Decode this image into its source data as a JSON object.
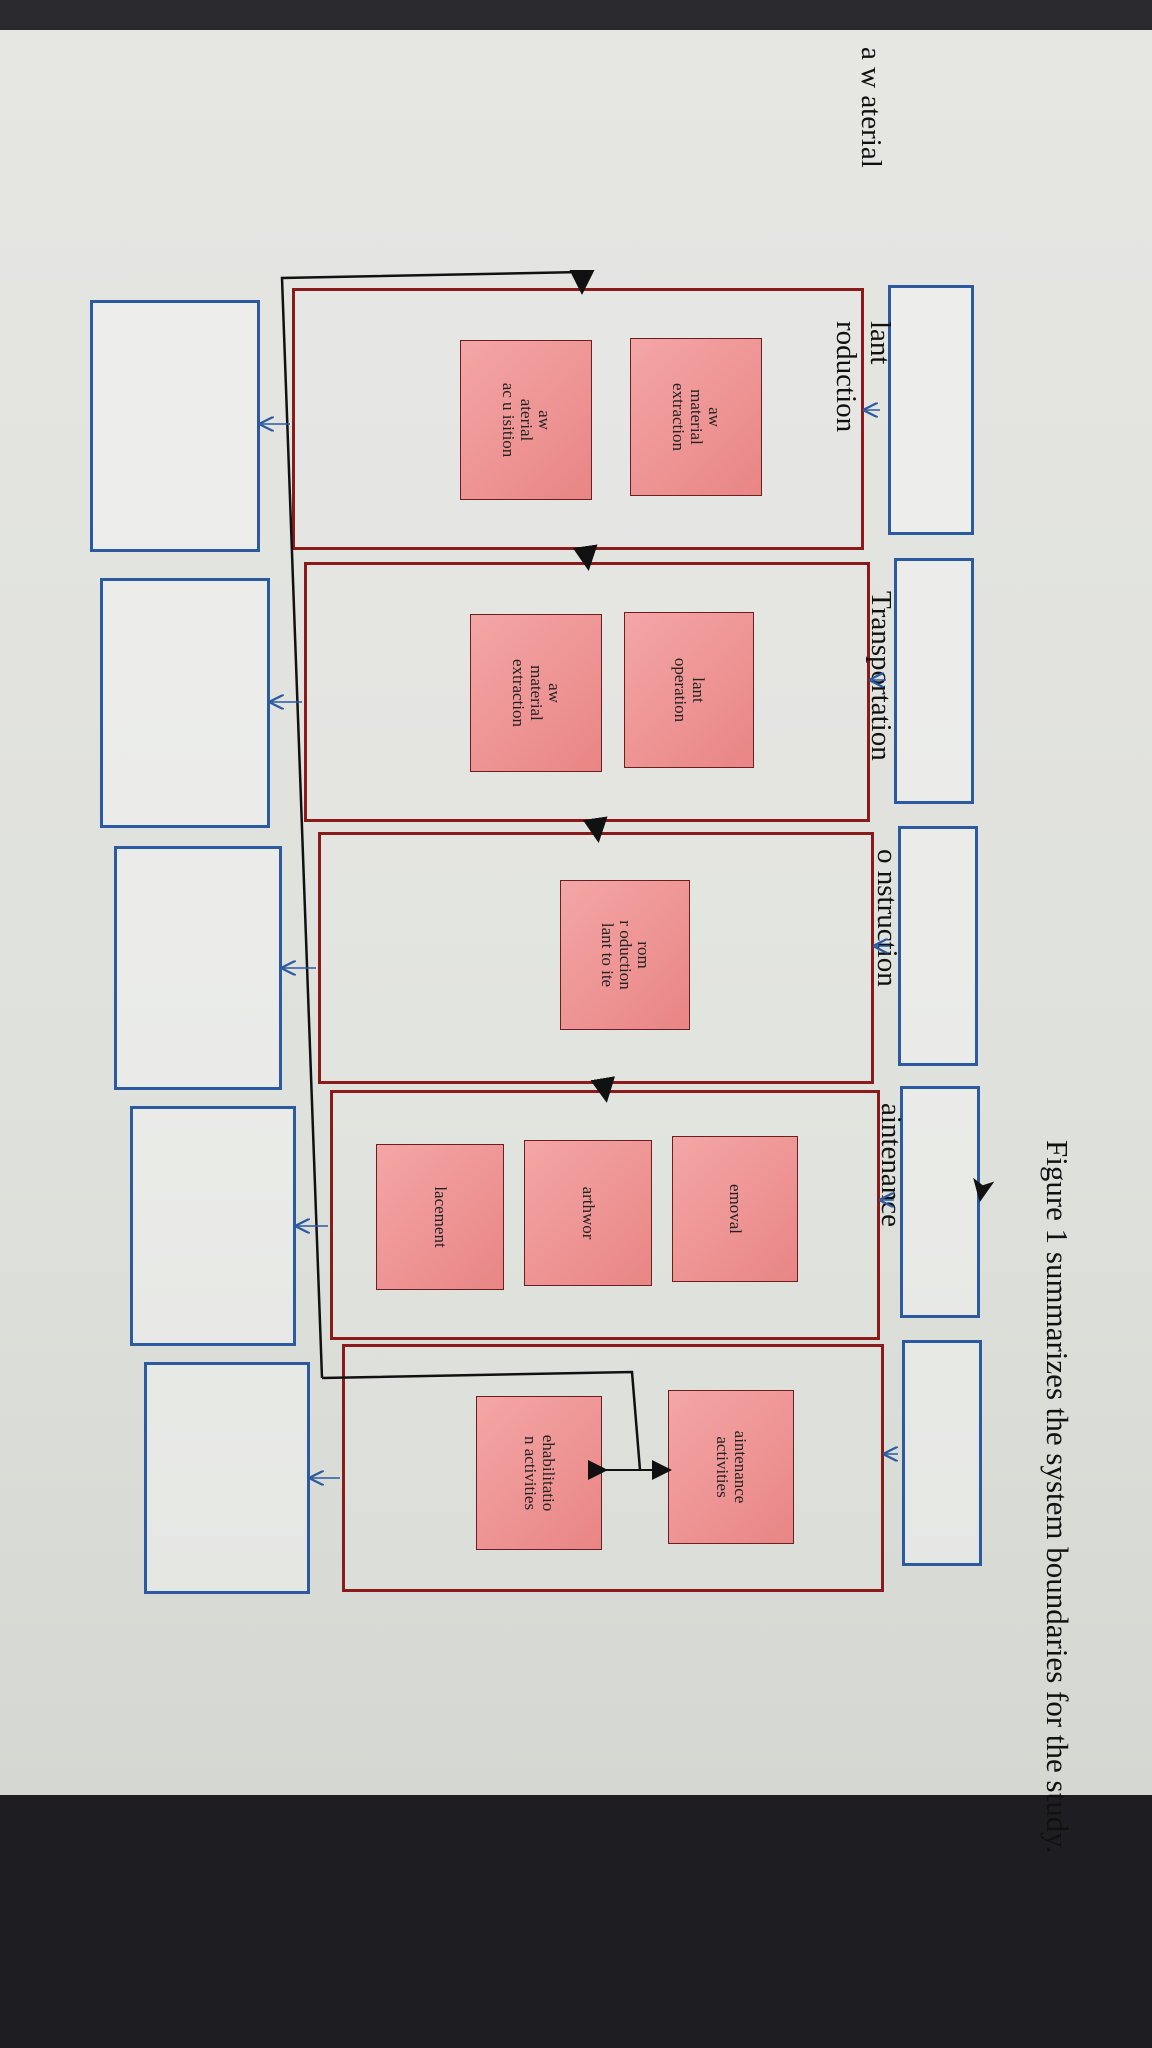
{
  "caption": "Figure 1 summarizes the system boundaries for the study.",
  "stages": [
    {
      "title": "a w   aterial",
      "processes": [
        "aw\nmaterial\nextraction",
        "aw\naterial\nac u isition"
      ]
    },
    {
      "title": "lant\nroduction",
      "processes": [
        "lant\noperation",
        "aw\nmaterial\nextraction"
      ]
    },
    {
      "title": "Transportation",
      "processes": [
        "rom\nr oduction\nlant to   ite"
      ]
    },
    {
      "title": "o nstruction",
      "processes": [
        "emoval",
        "arthwor",
        "lacement"
      ]
    },
    {
      "title": "aintenance",
      "processes": [
        "aintenance\nactivities",
        "ehabilitatio\nn activities"
      ]
    }
  ],
  "colors": {
    "stage_border": "#8b1a1a",
    "process_fill": "#ee9595",
    "blue_box": "#2c5aa0",
    "flow_line": "#111111"
  },
  "icons": {
    "cursor": "arrow-pointer-icon"
  }
}
